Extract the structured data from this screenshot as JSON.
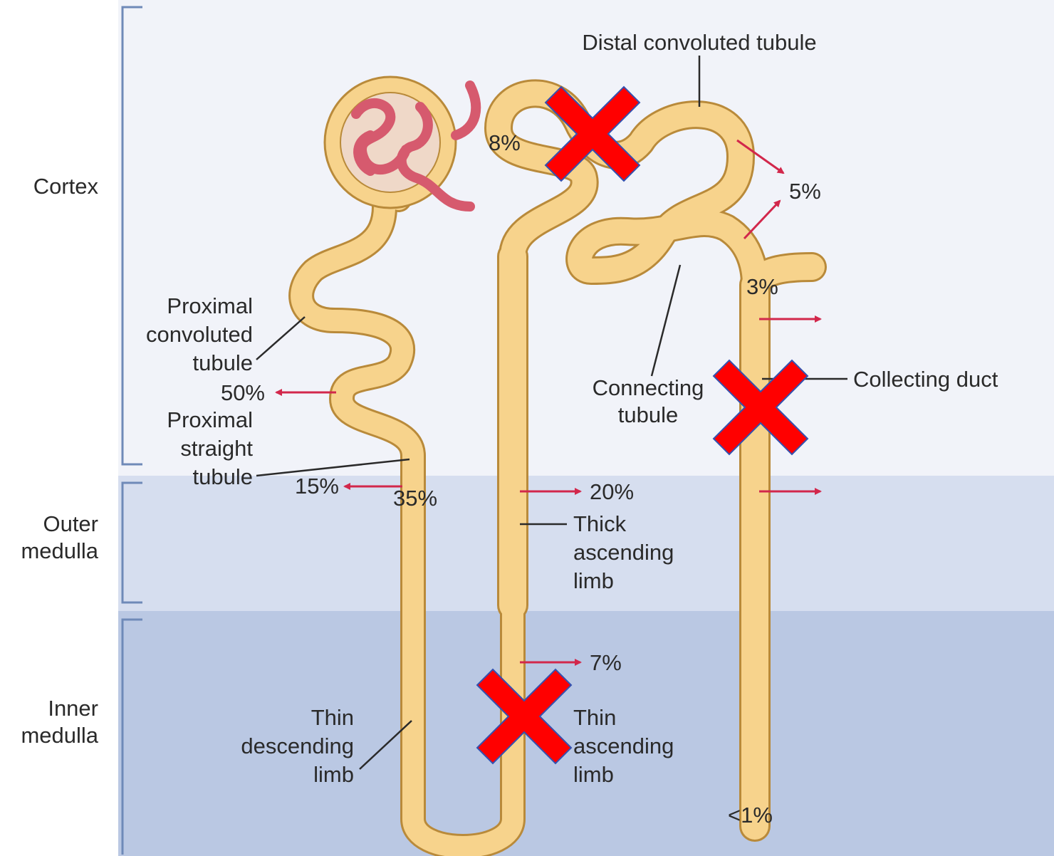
{
  "zones": {
    "cortex": "Cortex",
    "outer_medulla_line1": "Outer",
    "outer_medulla_line2": "medulla",
    "inner_medulla_line1": "Inner",
    "inner_medulla_line2": "medulla"
  },
  "labels": {
    "distal_convoluted_tubule": "Distal convoluted tubule",
    "proximal_convoluted_line1": "Proximal",
    "proximal_convoluted_line2": "convoluted",
    "proximal_convoluted_line3": "tubule",
    "proximal_straight_line1": "Proximal",
    "proximal_straight_line2": "straight",
    "proximal_straight_line3": "tubule",
    "connecting_line1": "Connecting",
    "connecting_line2": "tubule",
    "collecting_duct": "Collecting duct",
    "thick_ascending_line1": "Thick",
    "thick_ascending_line2": "ascending",
    "thick_ascending_line3": "limb",
    "thin_descending_line1": "Thin",
    "thin_descending_line2": "descending",
    "thin_descending_line3": "limb",
    "thin_ascending_line1": "Thin",
    "thin_ascending_line2": "ascending",
    "thin_ascending_line3": "limb"
  },
  "percentages": {
    "proximal_convoluted": "50%",
    "proximal_straight": "15%",
    "proximal_total": "35%",
    "thick_ascending": "20%",
    "thin_ascending": "7%",
    "distal_loop": "8%",
    "distal": "5%",
    "connecting": "3%",
    "collecting": "<1%"
  },
  "colors": {
    "cortex_bg": "#f1f3f9",
    "outer_medulla_bg": "#d6deef",
    "inner_medulla_bg": "#bac8e3",
    "tubule_fill": "#f7d38c",
    "tubule_edge": "#b98a3a",
    "glomerulus": "#d65a6e",
    "arrow": "#d2274b",
    "cross": "#ff0000",
    "cross_outline": "#3451b0",
    "bracket": "#6f8ab8"
  }
}
